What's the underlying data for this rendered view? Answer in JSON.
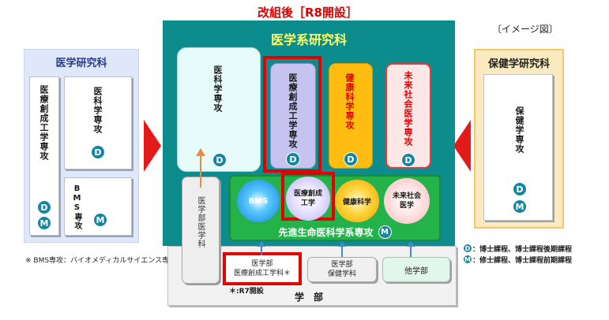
{
  "header": {
    "title": "改組後［R8開設］",
    "image_note": "〔イメージ図〕"
  },
  "left_school": {
    "title": "医学研究科",
    "dept_a": "医療創成工学専攻",
    "dept_b": "医科学専攻",
    "dept_c": "BMS専攻",
    "badge_d": "D",
    "badge_m": "M",
    "footnote": "※ BMS専攻：バイオメディカルサイエンス専攻"
  },
  "main_school": {
    "title": "医学系研究科",
    "depts": [
      {
        "label": "医科学専攻",
        "badge": "D"
      },
      {
        "label": "医療創成工学専攻",
        "badge": "D"
      },
      {
        "label": "健康科学専攻",
        "badge": "D"
      },
      {
        "label": "未来社会医学専攻",
        "badge": "D"
      }
    ],
    "advanced": {
      "title": "先進生命医科学系専攻",
      "badge": "M",
      "items": [
        "BMS",
        "医療創成工学",
        "健康科学",
        "未来社会医学"
      ]
    }
  },
  "right_school": {
    "title": "保健学研究科",
    "dept": "保健学専攻",
    "badge_d": "D",
    "badge_m": "M"
  },
  "undergrad": {
    "label": "学　部",
    "medicine": "医学部医学科",
    "engineering": "医学部\n医療創成工学科＊",
    "health": "医学部\n保健学科",
    "other": "他学部",
    "note": "＊:R7開設"
  },
  "legend": {
    "d_badge": "D",
    "d_text": "：博士課程、博士課程後期課程",
    "m_badge": "M",
    "m_text": "：修士課程、博士課程前期課程"
  },
  "colors": {
    "teal": "#008b8b",
    "green": "#24b24b",
    "red": "#e00000",
    "badge": "#1586a0"
  }
}
